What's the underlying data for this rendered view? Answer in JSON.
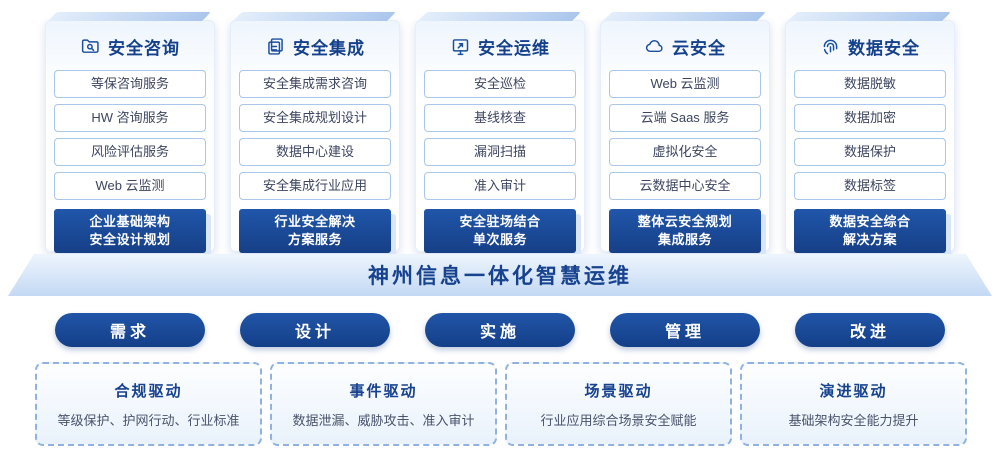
{
  "columns": [
    {
      "title": "安全咨询",
      "icon": "folder-search-icon",
      "items": [
        "等保咨询服务",
        "HW 咨询服务",
        "风险评估服务",
        "Web 云监测"
      ],
      "footer_line1": "企业基础架构",
      "footer_line2": "安全设计规划"
    },
    {
      "title": "安全集成",
      "icon": "document-stack-icon",
      "items": [
        "安全集成需求咨询",
        "安全集成规划设计",
        "数据中心建设",
        "安全集成行业应用"
      ],
      "footer_line1": "行业安全解决",
      "footer_line2": "方案服务"
    },
    {
      "title": "安全运维",
      "icon": "monitor-upload-icon",
      "items": [
        "安全巡检",
        "基线核查",
        "漏洞扫描",
        "准入审计"
      ],
      "footer_line1": "安全驻场结合",
      "footer_line2": "单次服务"
    },
    {
      "title": "云安全",
      "icon": "cloud-icon",
      "items": [
        "Web 云监测",
        "云端 Saas 服务",
        "虚拟化安全",
        "云数据中心安全"
      ],
      "footer_line1": "整体云安全规划",
      "footer_line2": "集成服务"
    },
    {
      "title": "数据安全",
      "icon": "fingerprint-icon",
      "items": [
        "数据脱敏",
        "数据加密",
        "数据保护",
        "数据标签"
      ],
      "footer_line1": "数据安全综合",
      "footer_line2": "解决方案"
    }
  ],
  "platform": {
    "title": "神州信息一体化智慧运维"
  },
  "process_pills": [
    "需求",
    "设计",
    "实施",
    "管理",
    "改进"
  ],
  "drivers": [
    {
      "title": "合规驱动",
      "desc": "等级保护、护网行动、行业标准"
    },
    {
      "title": "事件驱动",
      "desc": "数据泄漏、威胁攻击、准入审计"
    },
    {
      "title": "场景驱动",
      "desc": "行业应用综合场景安全赋能"
    },
    {
      "title": "演进驱动",
      "desc": "基础架构安全能力提升"
    }
  ],
  "colors": {
    "primary": "#1A4FA0",
    "light_border": "#A9C6EC",
    "dashed_border": "#8FB2E0"
  }
}
